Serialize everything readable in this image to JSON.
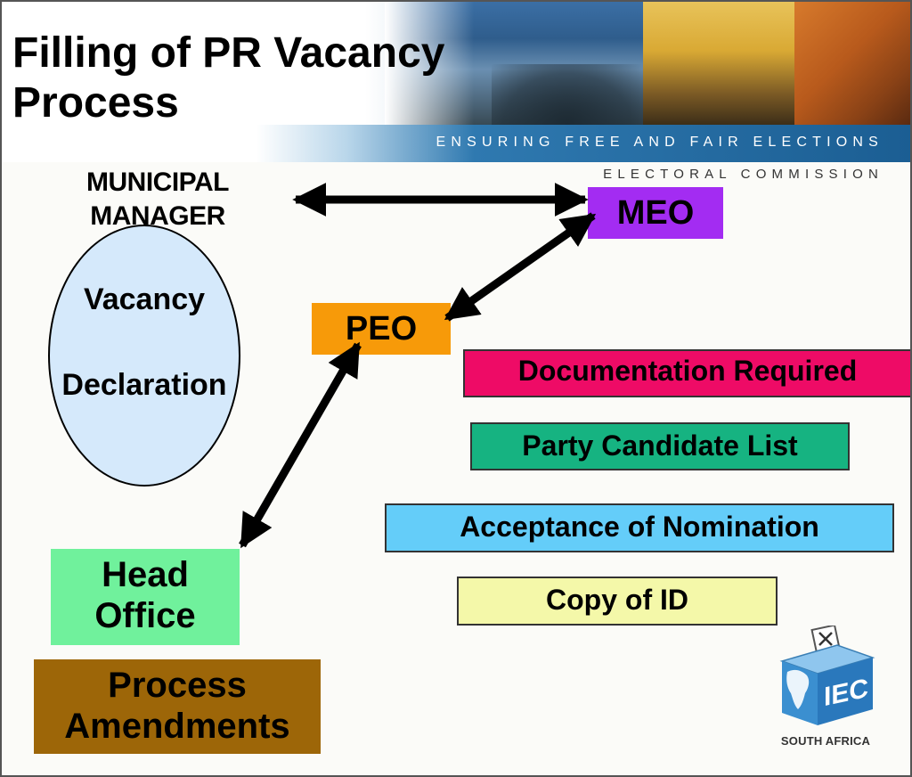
{
  "slide": {
    "title": "Filling of PR Vacancy\nProcess",
    "tagline": "ENSURING FREE AND FAIR ELECTIONS",
    "brand_line": "ELECTORAL COMMISSION"
  },
  "diagram": {
    "municipal_manager": "MUNICIPAL\nMANAGER",
    "vacancy": "Vacancy",
    "declaration": "Declaration",
    "meo": "MEO",
    "peo": "PEO",
    "documentation_required": "Documentation Required",
    "party_candidate_list": "Party Candidate List",
    "acceptance_of_nomination": "Acceptance of Nomination",
    "copy_of_id": "Copy of ID",
    "head_office": "Head\nOffice",
    "process_amendments": "Process\nAmendments"
  },
  "logo": {
    "text": "IEC",
    "caption": "SOUTH AFRICA"
  },
  "colors": {
    "meo": "#a32cf2",
    "peo": "#f79a09",
    "documentation_required": "#ee0b66",
    "party_candidate_list": "#16b381",
    "acceptance_of_nomination": "#64cdf9",
    "copy_of_id": "#f4f8a9",
    "head_office": "#70f19c",
    "process_amendments": "#9d6608",
    "vacancy_ellipse": "#d5e9fb",
    "banner_blue": "#1b5e93"
  }
}
